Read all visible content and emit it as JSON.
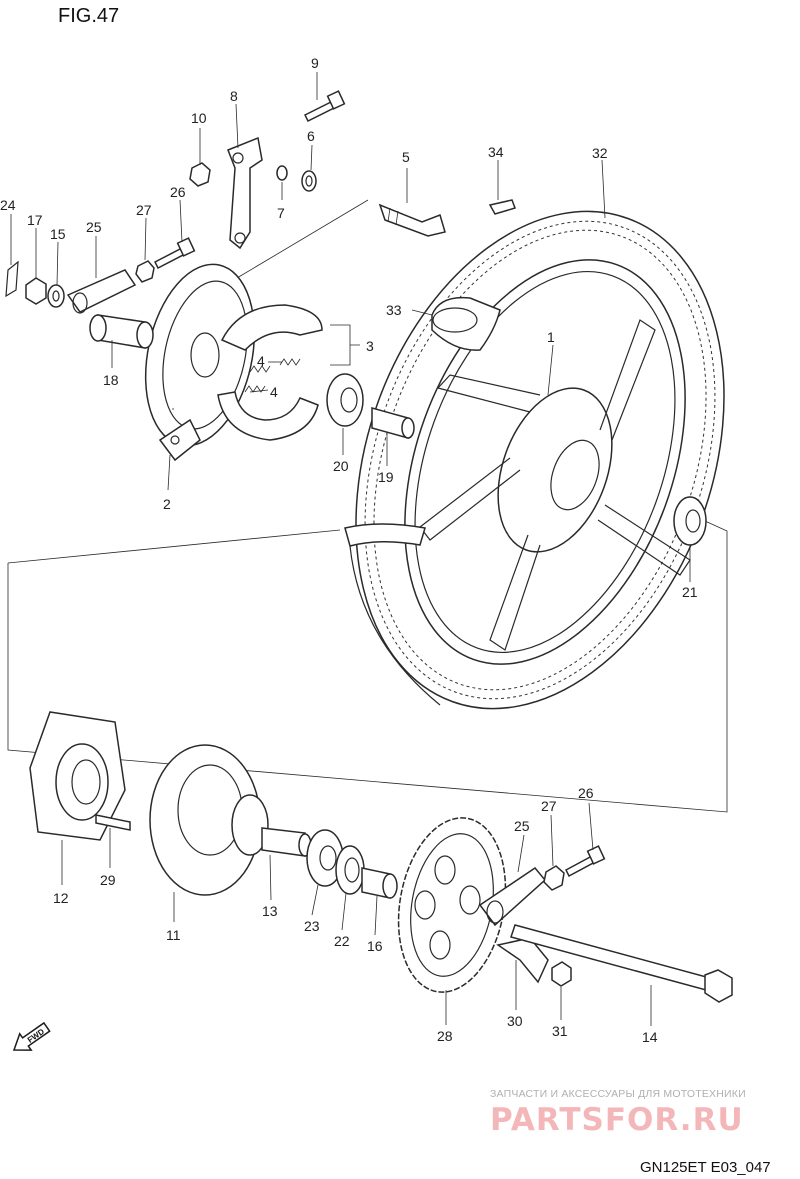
{
  "figure": {
    "title": "FIG.47",
    "code": "GN125ET E03_047"
  },
  "watermark": {
    "tagline": "ЗАПЧАСТИ И АКСЕССУАРЫ ДЛЯ МОТОТЕХНИКИ",
    "brand": "PARTSFOR.RU"
  },
  "direction": {
    "label": "FWD",
    "icon": "arrow-fwd-icon"
  },
  "callouts": {
    "c1": "1",
    "c2": "2",
    "c3": "3",
    "c4a": "4",
    "c4b": "4",
    "c5": "5",
    "c6": "6",
    "c7": "7",
    "c8": "8",
    "c9": "9",
    "c10": "10",
    "c11": "11",
    "c12": "12",
    "c13": "13",
    "c14": "14",
    "c15": "15",
    "c16": "16",
    "c17": "17",
    "c18": "18",
    "c19": "19",
    "c20": "20",
    "c21": "21",
    "c22": "22",
    "c23": "23",
    "c24": "24",
    "c25a": "25",
    "c25b": "25",
    "c26a": "26",
    "c26b": "26",
    "c27a": "27",
    "c27b": "27",
    "c28": "28",
    "c29": "29",
    "c30": "30",
    "c31": "31",
    "c32": "32",
    "c33": "33",
    "c34": "34"
  }
}
